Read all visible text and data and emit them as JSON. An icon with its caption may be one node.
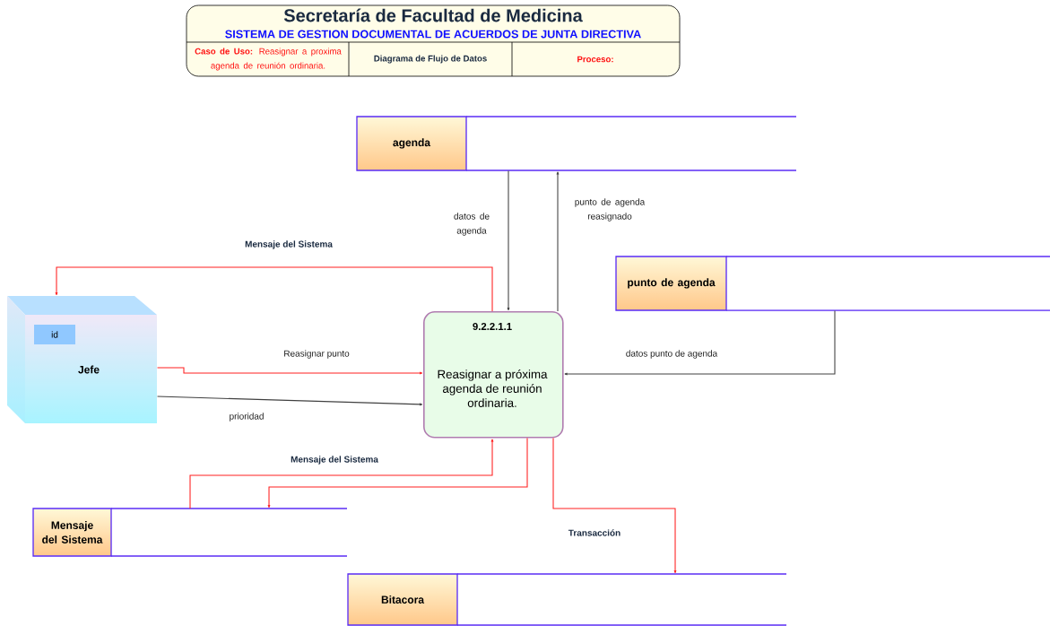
{
  "diagram": {
    "title": "Secretaría de Facultad de Medicina",
    "nodes": [
      {
        "text": [
          "agenda"
        ]
      },
      {
        "text": [
          "punto de agenda"
        ]
      },
      {
        "text": [
          "Jefe"
        ]
      },
      {
        "text": [
          "id"
        ],
        "in": 2
      },
      {
        "text": [
          "9.2.2.1.1",
          "Reasignar a próxima agenda de reunión ordinaria."
        ]
      },
      {
        "text": [
          "Mensaje del Sistema"
        ]
      },
      {
        "text": [
          "Bitacora"
        ]
      }
    ],
    "edges": [
      {
        "from": 0,
        "to": 4,
        "arrow": "to",
        "label": "datos de agenda",
        "color": "#404040"
      },
      {
        "from": 4,
        "to": 0,
        "arrow": "to",
        "label": "punto de agenda reasignado",
        "color": "#404040"
      },
      {
        "from": 4,
        "to": 2,
        "arrow": "to",
        "label": "Mensaje del Sistema"
      },
      {
        "from": 2,
        "to": 4,
        "arrow": "to",
        "label": "Reasignar punto"
      },
      {
        "from": 2,
        "to": 4,
        "arrow": "to",
        "label": "prioridad",
        "color": "#404040"
      },
      {
        "from": 1,
        "to": 4,
        "arrow": "to",
        "label": "datos punto de agenda",
        "color": "#404040"
      },
      {
        "from": 5,
        "to": 4,
        "arrow": "to",
        "label": "Mensaje del Sistema"
      },
      {
        "from": 4,
        "to": 5,
        "arrow": "to"
      },
      {
        "from": 4,
        "to": 6,
        "arrow": "to",
        "label": "Transacción"
      }
    ],
    "labels": [
      "SISTEMA DE GESTION DOCUMENTAL DE ACUERDOS DE JUNTA DIRECTIVA",
      "**Caso de Uso:** Reasignar a proxima agenda de reunión ordinaria.",
      "Diagrama de Flujo de Datos",
      "Proceso:"
    ]
  }
}
